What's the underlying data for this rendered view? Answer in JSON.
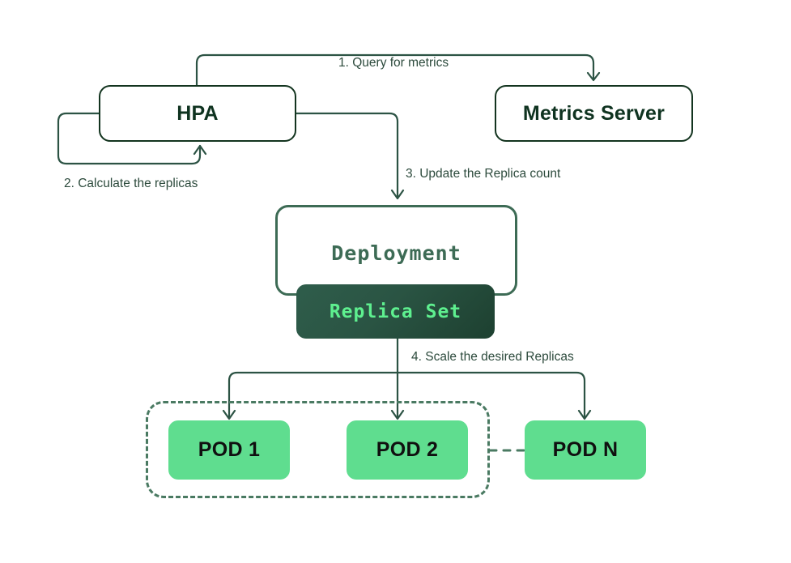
{
  "diagram": {
    "title": "Kubernetes Horizontal Pod Autoscaler flow",
    "background": "#ffffff",
    "colors": {
      "outline_stroke": "#13341f",
      "deployment_stroke": "#3d6b55",
      "wire_stroke": "#2c5344",
      "dashed_stroke": "#4a7a62",
      "pod_fill": "#5fdd8f",
      "pod_text": "#101010",
      "replicaset_text": "#5ef08f",
      "replicaset_fill_from": "#2f5d4b",
      "replicaset_fill_to": "#1d4030",
      "label_text": "#2c4a3c",
      "box_text": "#0f3320"
    }
  },
  "nodes": {
    "hpa": {
      "label": "HPA"
    },
    "metrics_server": {
      "label": "Metrics Server"
    },
    "deployment": {
      "label": "Deployment"
    },
    "replica_set": {
      "label": "Replica Set"
    },
    "pods": [
      {
        "label": "POD 1"
      },
      {
        "label": "POD 2"
      },
      {
        "label": "POD N"
      }
    ]
  },
  "edges": [
    {
      "id": "step1",
      "label": "1.  Query for metrics",
      "from": "hpa",
      "to": "metrics_server"
    },
    {
      "id": "step2",
      "label": "2. Calculate the replicas",
      "from": "hpa",
      "to": "hpa"
    },
    {
      "id": "step3",
      "label": "3. Update the Replica count",
      "from": "hpa",
      "to": "deployment"
    },
    {
      "id": "step4",
      "label": "4. Scale the desired Replicas",
      "from": "replica_set",
      "to": "pods"
    }
  ]
}
